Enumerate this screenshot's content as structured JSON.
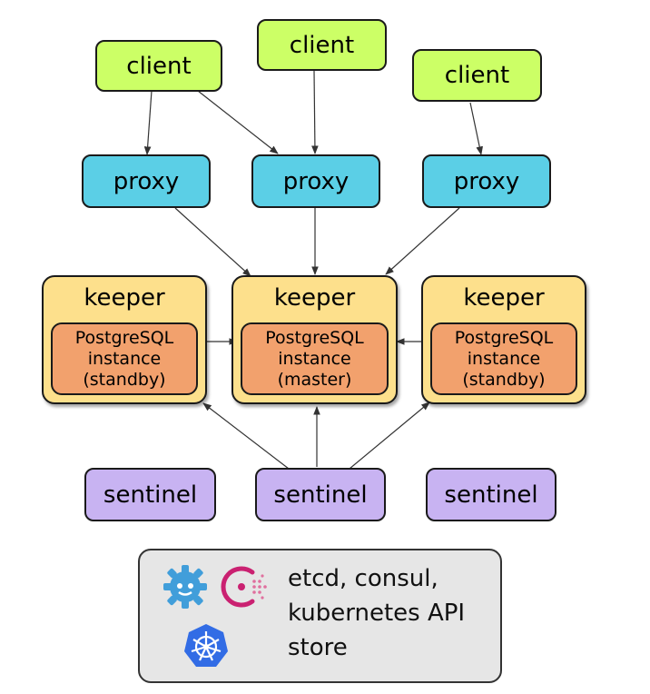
{
  "clients": [
    {
      "label": "client"
    },
    {
      "label": "client"
    },
    {
      "label": "client"
    }
  ],
  "proxies": [
    {
      "label": "proxy"
    },
    {
      "label": "proxy"
    },
    {
      "label": "proxy"
    }
  ],
  "keepers": [
    {
      "title": "keeper",
      "pg_line1": "PostgreSQL",
      "pg_line2": "instance",
      "pg_role": "(standby)"
    },
    {
      "title": "keeper",
      "pg_line1": "PostgreSQL",
      "pg_line2": "instance",
      "pg_role": "(master)"
    },
    {
      "title": "keeper",
      "pg_line1": "PostgreSQL",
      "pg_line2": "instance",
      "pg_role": "(standby)"
    }
  ],
  "sentinels": [
    {
      "label": "sentinel"
    },
    {
      "label": "sentinel"
    },
    {
      "label": "sentinel"
    }
  ],
  "store": {
    "line1": "etcd, consul,",
    "line2": "kubernetes API",
    "line3": "store",
    "icons": [
      "etcd-icon",
      "consul-icon",
      "kubernetes-icon"
    ]
  },
  "colors": {
    "client": "#ccff66",
    "proxy": "#5bcfe6",
    "keeper": "#fde08c",
    "postgres": "#f2a16d",
    "sentinel": "#c8b3f2",
    "store": "#e6e6e6"
  }
}
